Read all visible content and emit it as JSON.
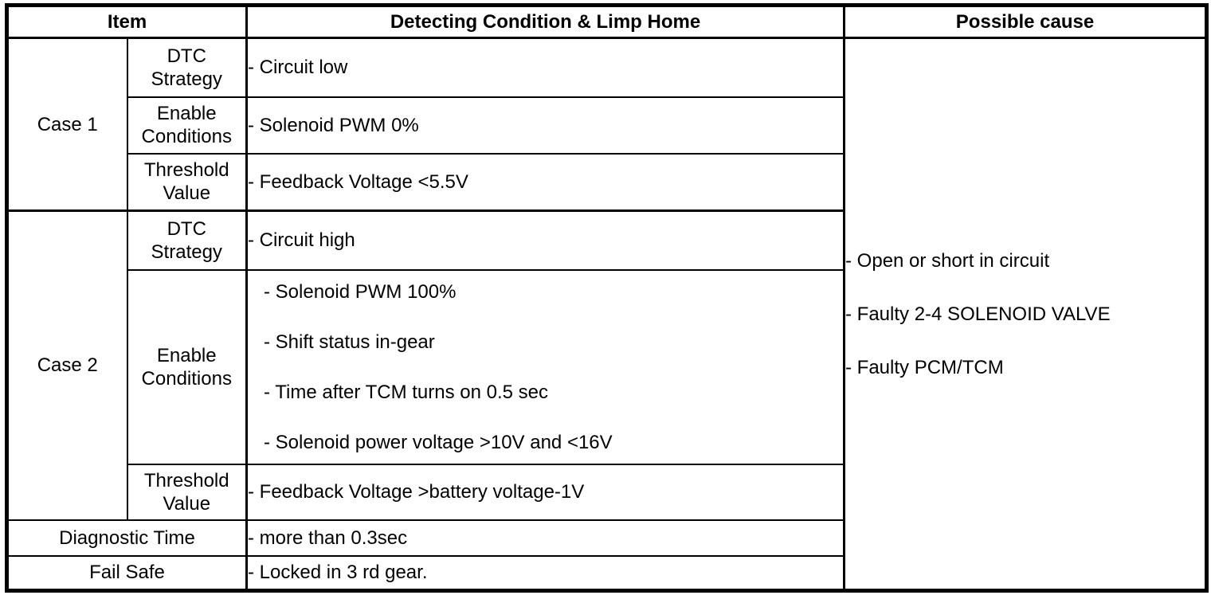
{
  "colors": {
    "background": "#ffffff",
    "border": "#000000",
    "text": "#000000"
  },
  "table": {
    "headers": {
      "item": "Item",
      "detecting": "Detecting Condition & Limp Home",
      "possible_cause": "Possible cause"
    },
    "cases": [
      {
        "label": "Case 1",
        "rows": [
          {
            "item": "DTC Strategy",
            "values": [
              "- Circuit low"
            ]
          },
          {
            "item": "Enable Conditions",
            "values": [
              "- Solenoid PWM 0%"
            ]
          },
          {
            "item": "Threshold Value",
            "values": [
              "- Feedback Voltage <5.5V"
            ]
          }
        ]
      },
      {
        "label": "Case 2",
        "rows": [
          {
            "item": "DTC Strategy",
            "values": [
              "- Circuit high"
            ]
          },
          {
            "item": "Enable Conditions",
            "values": [
              "- Solenoid PWM 100%",
              "- Shift status in-gear",
              "- Time after TCM turns on 0.5 sec",
              "- Solenoid power voltage >10V and <16V"
            ]
          },
          {
            "item": "Threshold Value",
            "values": [
              "- Feedback Voltage >battery voltage-1V"
            ]
          }
        ]
      }
    ],
    "footer_rows": [
      {
        "item": "Diagnostic Time",
        "value": "- more than 0.3sec"
      },
      {
        "item": "Fail Safe",
        "value": "- Locked in 3 rd gear."
      }
    ],
    "possible_causes": [
      "- Open or short in circuit",
      "- Faulty 2-4 SOLENOID VALVE",
      "- Faulty PCM/TCM"
    ]
  }
}
